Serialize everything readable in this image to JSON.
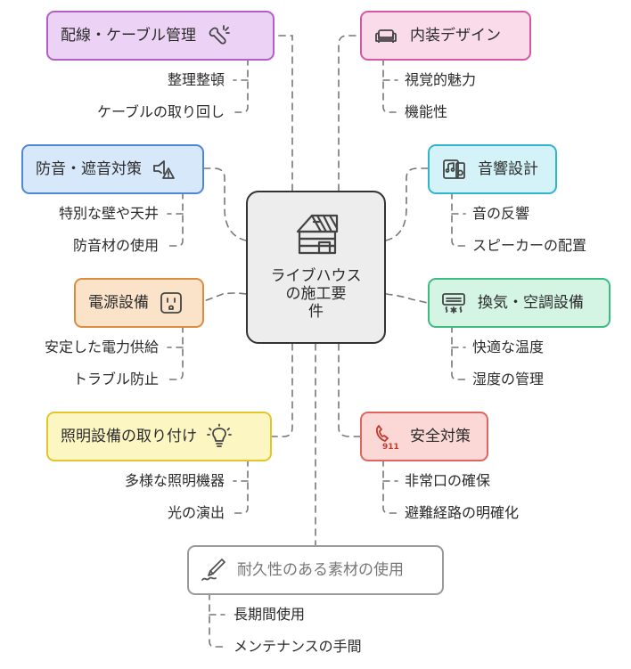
{
  "center": {
    "label": "ライブハウス\nの施工要\n件",
    "icon": "house-icon"
  },
  "topics": [
    {
      "id": "wiring",
      "label": "配線・ケーブル管理",
      "icon": "wrench-spark-icon",
      "color": "#b45fc9",
      "items": [
        "整理整頓",
        "ケーブルの取り回し"
      ]
    },
    {
      "id": "interior",
      "label": "内装デザイン",
      "icon": "sofa-icon",
      "color": "#d857a4",
      "items": [
        "視覚的魅力",
        "機能性"
      ]
    },
    {
      "id": "soundproof",
      "label": "防音・遮音対策",
      "icon": "sound-warning-icon",
      "color": "#4e87d8",
      "items": [
        "特別な壁や天井",
        "防音材の使用"
      ]
    },
    {
      "id": "acoustic",
      "label": "音響設計",
      "icon": "speaker-icon",
      "color": "#32b5cc",
      "items": [
        "音の反響",
        "スピーカーの配置"
      ]
    },
    {
      "id": "power",
      "label": "電源設備",
      "icon": "outlet-icon",
      "color": "#dd8b3e",
      "items": [
        "安定した電力供給",
        "トラブル防止"
      ]
    },
    {
      "id": "hvac",
      "label": "換気・空調設備",
      "icon": "air-conditioner-icon",
      "color": "#3fba83",
      "items": [
        "快適な温度",
        "湿度の管理"
      ]
    },
    {
      "id": "lighting",
      "label": "照明設備の取り付け",
      "icon": "light-bulb-icon",
      "color": "#e2c62a",
      "items": [
        "多様な照明機器",
        "光の演出"
      ]
    },
    {
      "id": "safety",
      "label": "安全対策",
      "icon": "emergency-phone-icon",
      "color": "#dc6660",
      "items": [
        "非常口の確保",
        "避難経路の明確化"
      ]
    },
    {
      "id": "durable",
      "label": "耐久性のある素材の使用",
      "icon": "pen-icon",
      "color": "#9a9a9a",
      "items": [
        "長期間使用",
        "メンテナンスの手間"
      ]
    }
  ]
}
